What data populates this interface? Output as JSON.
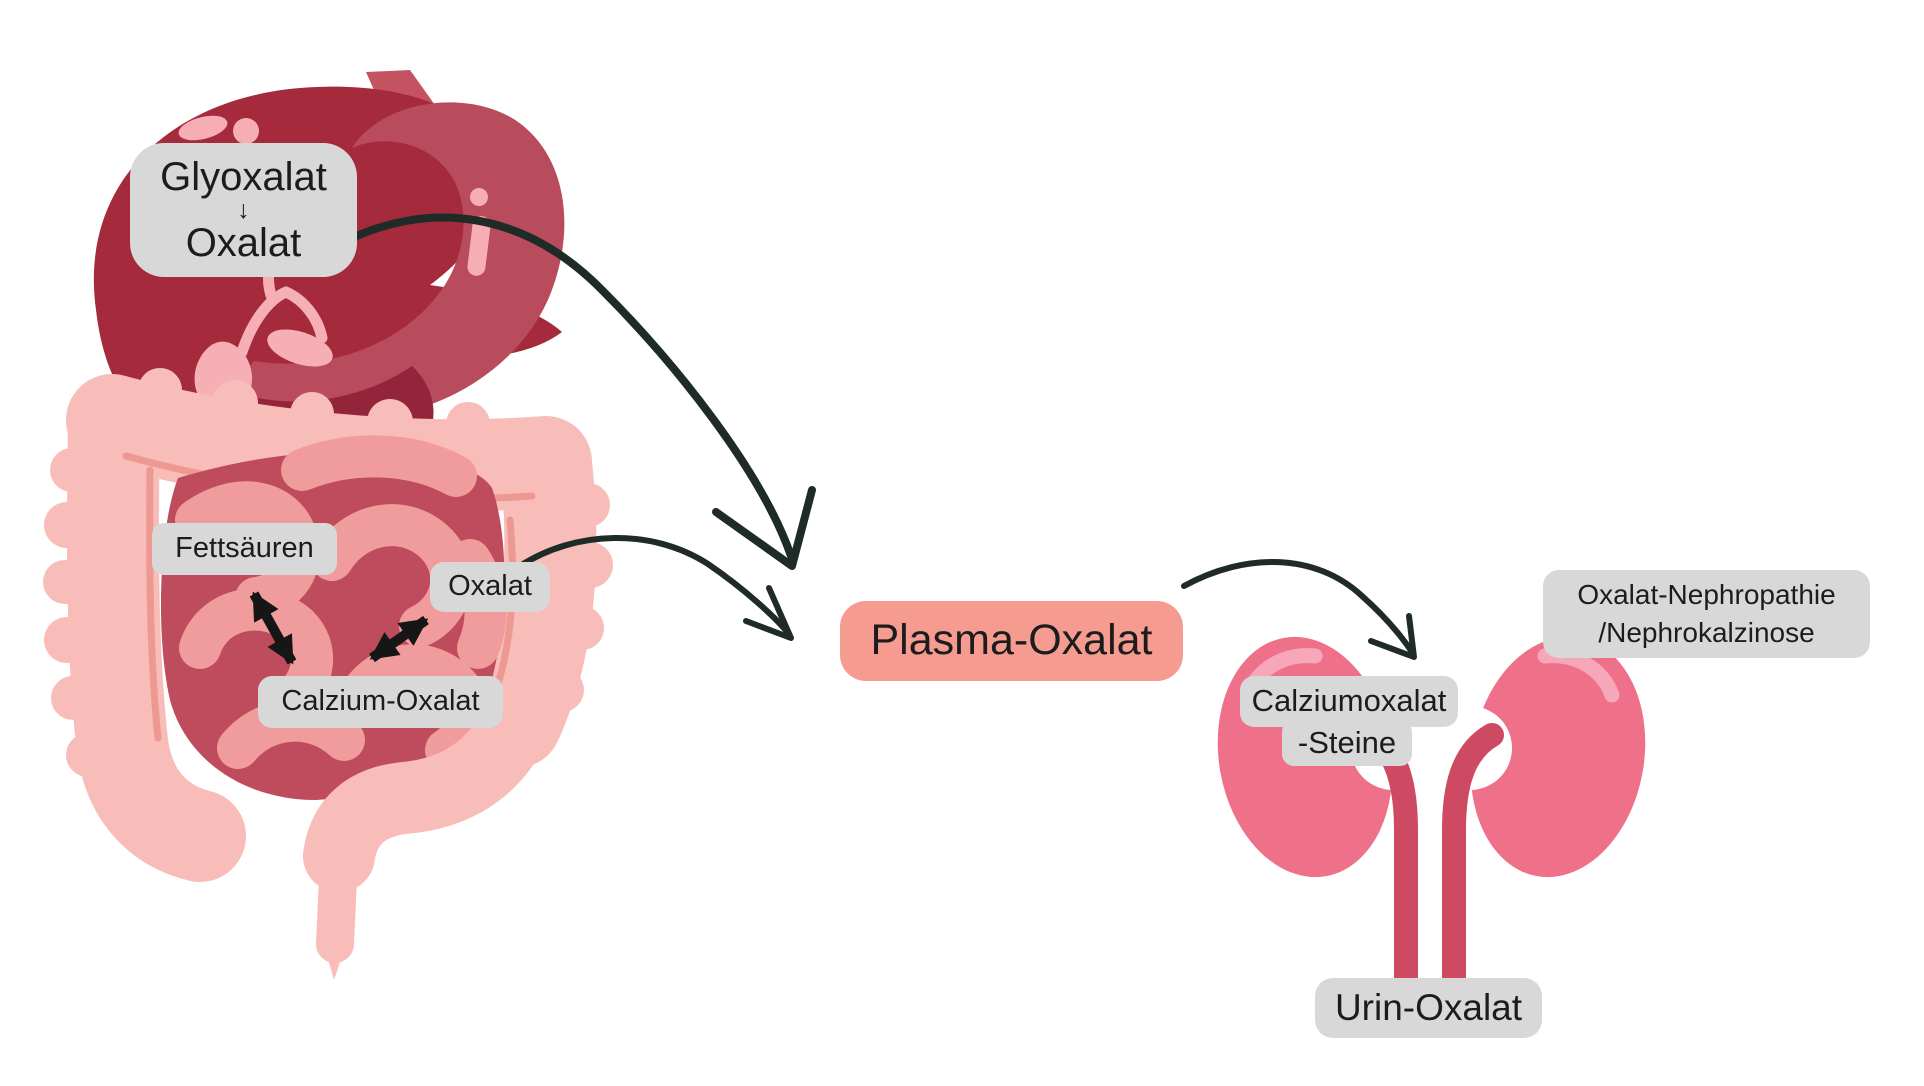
{
  "diagram": {
    "labels": {
      "liver_box": {
        "line1": "Glyoxalat",
        "arrow_down": "↓",
        "line2": "Oxalat"
      },
      "fatty_acids": "Fettsäuren",
      "gut_oxalate": "Oxalat",
      "gut_calcium_oxalate": "Calzium-Oxalat",
      "plasma_oxalate": "Plasma-Oxalat",
      "kidney_stones": {
        "line1": "Calziumoxalat",
        "line2": "-Steine"
      },
      "nephropathy": {
        "line1": "Oxalat-Nephropathie",
        "line2": "/Nephrokalzinose"
      },
      "urine_oxalate": "Urin-Oxalat"
    },
    "flows": [
      {
        "from": "Glyoxalat/Oxalat (Leber)",
        "to": "Plasma-Oxalat",
        "style": "curved-arrow"
      },
      {
        "from": "Oxalat (Darm)",
        "to": "Plasma-Oxalat",
        "style": "curved-arrow"
      },
      {
        "from": "Plasma-Oxalat",
        "to": "Nieren",
        "style": "curved-arrow"
      },
      {
        "from": "Fettsäuren",
        "to": "Calzium-Oxalat",
        "style": "double-arrow"
      },
      {
        "from": "Oxalat (Darm)",
        "to": "Calzium-Oxalat",
        "style": "double-arrow"
      }
    ],
    "palette": {
      "background": "#ffffff",
      "label_gray": "#d8d8d8",
      "plasma_box": "#f59b90",
      "text": "#1c1c1c",
      "flow_arrow": "#1e2b26",
      "exchange_arrow": "#161616",
      "liver": "#a42a3c",
      "stomach": "#b84b5c",
      "esophagus": "#c45362",
      "duodenum": "#93243a",
      "gallbladder": "#f5afb5",
      "colon": "#f8bdb8",
      "colon_inner_line": "#ee9892",
      "small_intestine": "#f19c9c",
      "intestine_shadow": "#be4c5c",
      "kidney": "#ee7089",
      "kidney_highlight": "#f6a8ba",
      "ureter": "#ce4a62"
    }
  }
}
